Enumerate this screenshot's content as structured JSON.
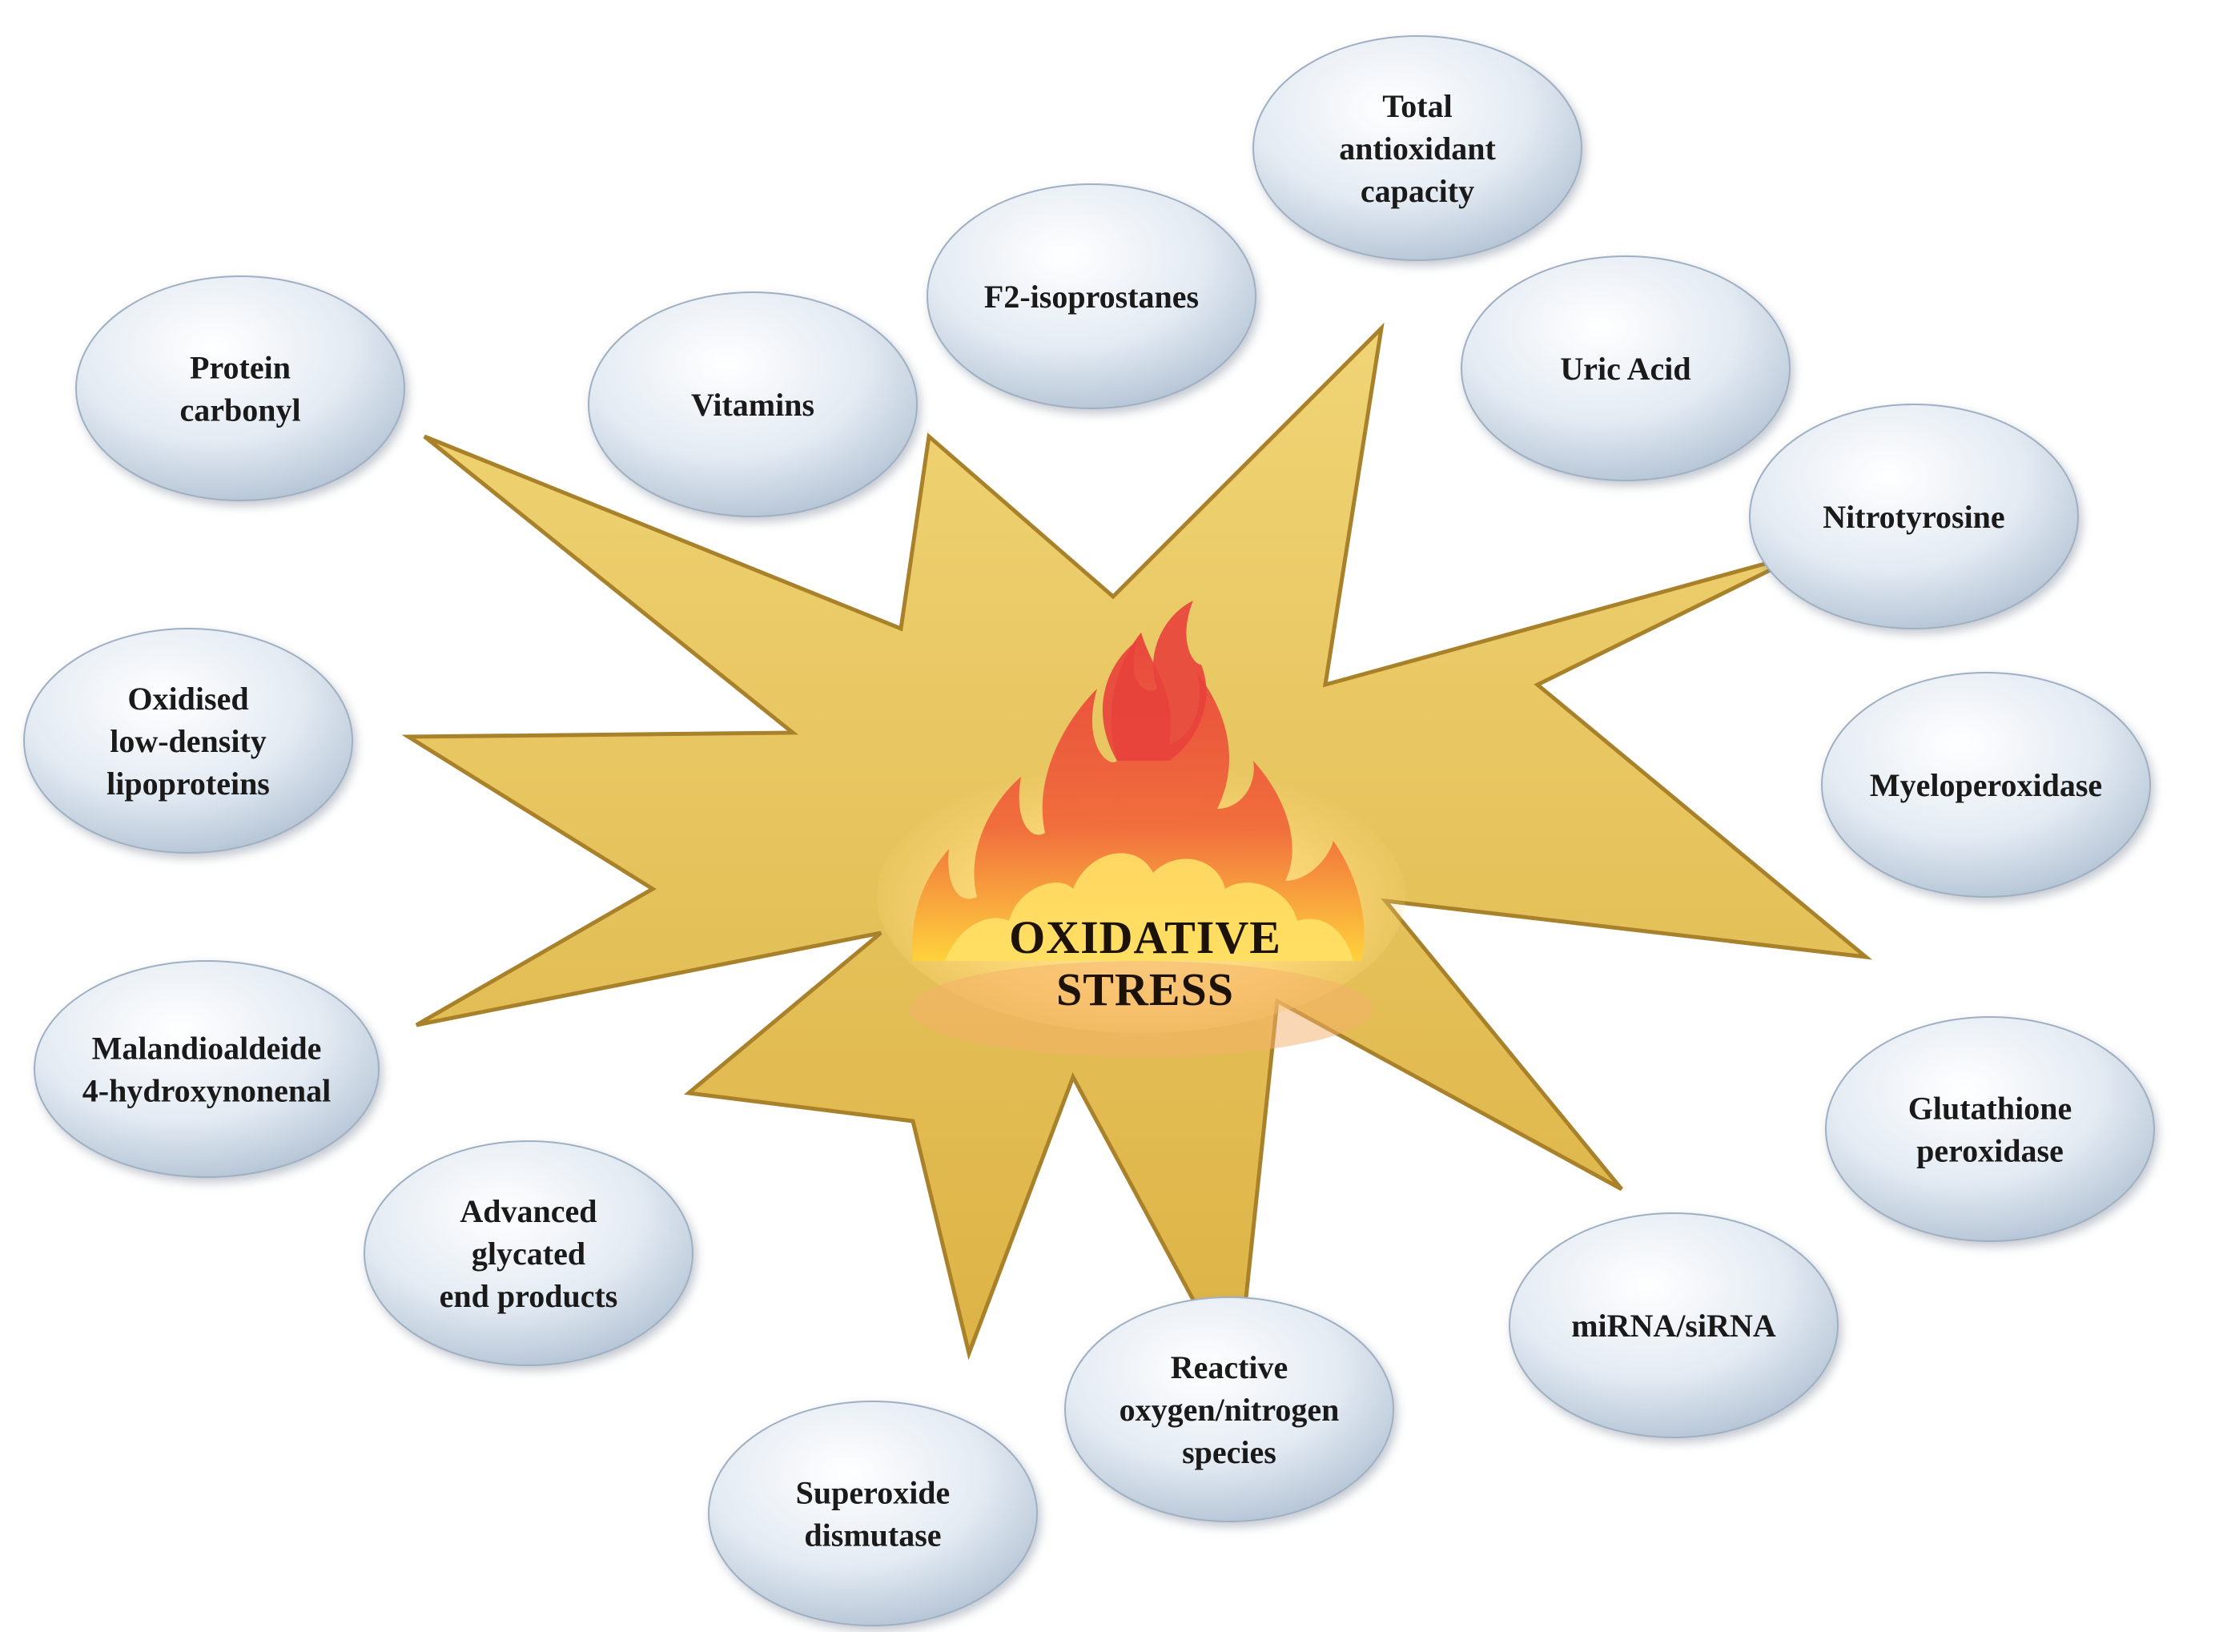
{
  "center": {
    "lines": [
      "OXIDATIVE",
      "STRESS"
    ],
    "icon": "flame-icon"
  },
  "colors": {
    "starburst_fill": "#e8c455",
    "starburst_stroke": "#a8812a",
    "bubble_light": "#ffffff",
    "bubble_dark": "#b7c8d8",
    "flame_outer": "#e8413b",
    "flame_inner": "#ffd23a",
    "text": "#1a1a1a"
  },
  "markers": [
    {
      "id": "total-antioxidant-capacity",
      "lines": [
        "Total",
        "antioxidant",
        "capacity"
      ]
    },
    {
      "id": "f2-isoprostanes",
      "lines": [
        "F2-isoprostanes"
      ]
    },
    {
      "id": "uric-acid",
      "lines": [
        "Uric Acid"
      ]
    },
    {
      "id": "vitamins",
      "lines": [
        "Vitamins"
      ]
    },
    {
      "id": "protein-carbonyl",
      "lines": [
        "Protein",
        "carbonyl"
      ]
    },
    {
      "id": "nitrotyrosine",
      "lines": [
        "Nitrotyrosine"
      ]
    },
    {
      "id": "oxidised-ldl",
      "lines": [
        "Oxidised",
        "low-density",
        "lipoproteins"
      ]
    },
    {
      "id": "myeloperoxidase",
      "lines": [
        "Myeloperoxidase"
      ]
    },
    {
      "id": "mda-4hne",
      "lines": [
        "Malandioaldeide",
        "4-hydroxynonenal"
      ]
    },
    {
      "id": "glutathione-peroxidase",
      "lines": [
        "Glutathione",
        "peroxidase"
      ]
    },
    {
      "id": "ages",
      "lines": [
        "Advanced",
        "glycated",
        "end products"
      ]
    },
    {
      "id": "mirna-sirna",
      "lines": [
        "miRNA/siRNA"
      ]
    },
    {
      "id": "ros-rns",
      "lines": [
        "Reactive",
        "oxygen/nitrogen",
        "species"
      ]
    },
    {
      "id": "superoxide-dismutase",
      "lines": [
        "Superoxide",
        "dismutase"
      ]
    }
  ]
}
